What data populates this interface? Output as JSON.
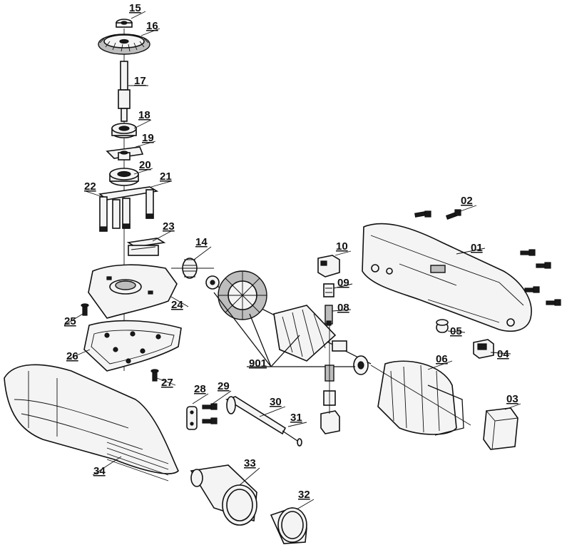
{
  "labels": {
    "p01": "01",
    "p02": "02",
    "p03": "03",
    "p04": "04",
    "p05": "05",
    "p06": "06",
    "p08": "08",
    "p09": "09",
    "p10": "10",
    "p14": "14",
    "p15": "15",
    "p16": "16",
    "p17": "17",
    "p18": "18",
    "p19": "19",
    "p20": "20",
    "p21": "21",
    "p22": "22",
    "p23": "23",
    "p24": "24",
    "p25": "25",
    "p26": "26",
    "p27": "27",
    "p28": "28",
    "p29": "29",
    "p30": "30",
    "p31": "31",
    "p32": "32",
    "p33": "33",
    "p34": "34",
    "p901": "901"
  }
}
